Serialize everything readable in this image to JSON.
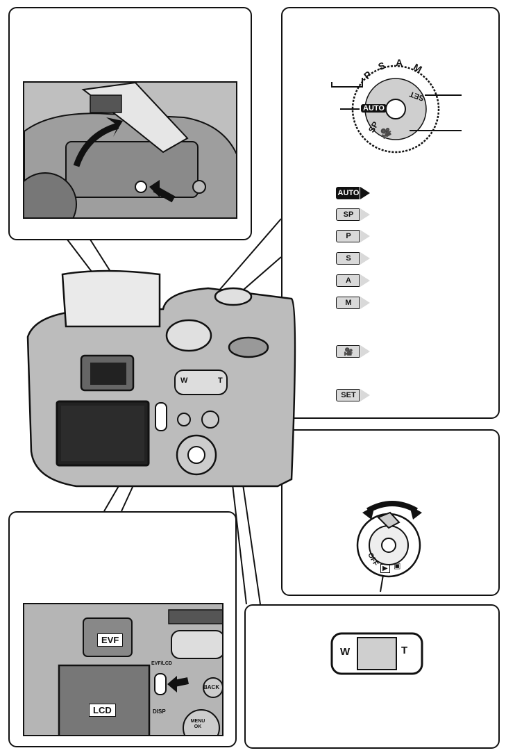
{
  "dial": {
    "letters": [
      "P",
      "S",
      "A",
      "M"
    ],
    "auto": "AUTO",
    "sp": "SP",
    "set": "SET"
  },
  "modes": [
    {
      "label": "AUTO",
      "style": "dark"
    },
    {
      "label": "SP",
      "style": "light"
    },
    {
      "label": "P",
      "style": "light"
    },
    {
      "label": "S",
      "style": "light"
    },
    {
      "label": "A",
      "style": "light"
    },
    {
      "label": "M",
      "style": "light"
    },
    {
      "label": "movie-icon",
      "style": "light"
    },
    {
      "label": "SET",
      "style": "light"
    }
  ],
  "power": {
    "off": "OFF"
  },
  "zoom": {
    "wide": "W",
    "tele": "T"
  },
  "screens": {
    "evf": "EVF",
    "lcd": "LCD",
    "switch": "EVF/LCD",
    "back": "BACK",
    "disp": "DISP",
    "menu": "MENU OK"
  },
  "colors": {
    "line": "#111111",
    "fill": "#d0d0d0",
    "dark": "#3a3a3a"
  }
}
